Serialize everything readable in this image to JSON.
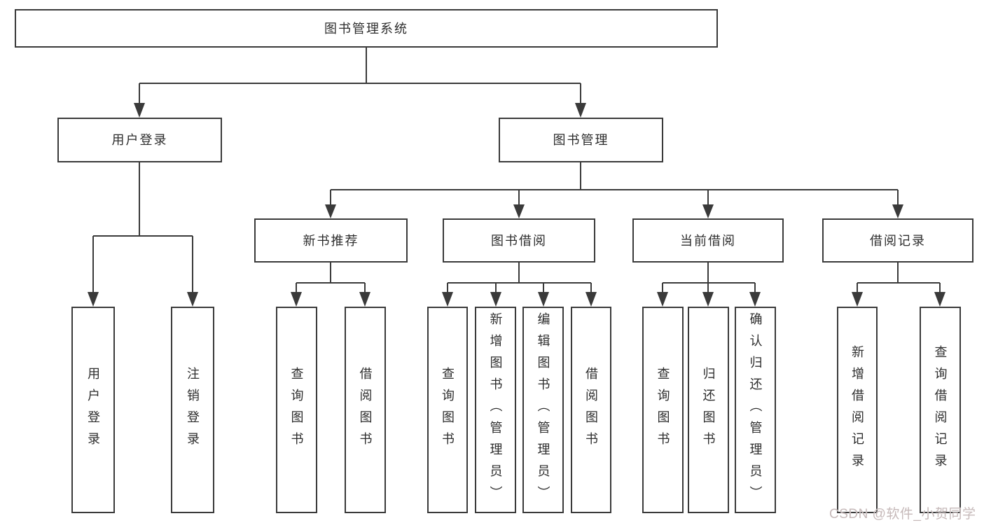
{
  "diagram_title": "图书管理系统",
  "colors": {
    "line": "#3a3a3a",
    "node_border": "#3a3a3a",
    "node_background": "#ffffff",
    "text": "#2d2d2d",
    "watermark": "#c6b9b9",
    "background": "#ffffff"
  },
  "nodes": {
    "root": "图书管理系统",
    "userLogin": "用户登录",
    "bookMgmt": "图书管理",
    "newBookRec": "新书推荐",
    "bookBorrow": "图书借阅",
    "currentBorrow": "当前借阅",
    "borrowRecord": "借阅记录",
    "leafUserLogin": "用户登录",
    "leafLogout": "注销登录",
    "leafRecQuery": "查询图书",
    "leafRecBorrow": "借阅图书",
    "leafBorQuery": "查询图书",
    "leafBorAdd": "新增图书（管理员）",
    "leafBorEdit": "编辑图书（管理员）",
    "leafBorBorrow": "借阅图书",
    "leafCurQuery": "查询图书",
    "leafCurReturn": "归还图书",
    "leafCurConfirm": "确认归还（管理员）",
    "leafRecAddRecord": "新增借阅记录",
    "leafRecQueryRecord": "查询借阅记录"
  },
  "watermark": "CSDN @软件_小贺同学"
}
